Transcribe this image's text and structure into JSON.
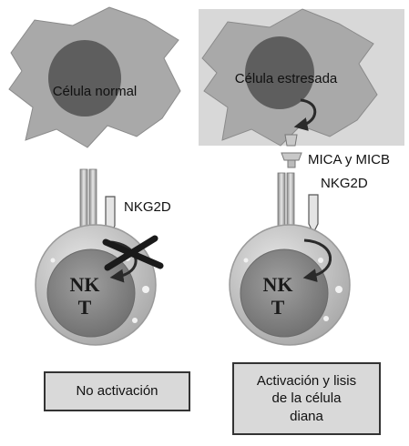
{
  "labels": {
    "normal_cell": "Célula normal",
    "stressed_cell": "Célula estresada",
    "ligand": "MICA y MICB",
    "receptor_left": "NKG2D",
    "receptor_right": "NKG2D",
    "nk_left_line1": "NK",
    "nk_left_line2": "T",
    "nk_right_line1": "NK",
    "nk_right_line2": "T"
  },
  "outcomes": {
    "left": "No activación",
    "right_line1": "Activación y lisis",
    "right_line2": "de la célula",
    "right_line3": "diana"
  },
  "colors": {
    "cell_fill": "#a9a9a9",
    "nucleus_fill": "#5e5e5e",
    "nk_body": "#c9c9c9",
    "nk_nucleus": "#8a8a8a",
    "outline": "#333333",
    "cross": "#1a1a1a"
  },
  "icons": {
    "signal_arrow": "curved-arrow-icon",
    "blocked": "cross-mark-icon"
  }
}
